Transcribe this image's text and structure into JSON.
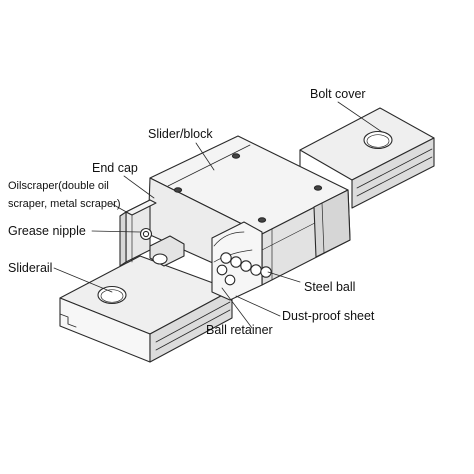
{
  "labels": {
    "bolt_cover": "Bolt cover",
    "slider_block": "Slider/block",
    "end_cap": "End cap",
    "oil_scraper_line1": "Oilscraper(double oil",
    "oil_scraper_line2": "scraper, metal scraper)",
    "grease_nipple": "Grease nipple",
    "sliderail": "Sliderail",
    "steel_ball": "Steel ball",
    "dust_proof_sheet": "Dust-proof sheet",
    "ball_retainer": "Ball retainer"
  },
  "colors": {
    "rail_fill": "#efefef",
    "rail_side": "#dcdcdc",
    "block_fill": "#e8e8e8",
    "block_top": "#f4f4f4",
    "outline": "#2a2a2a",
    "text": "#111111"
  }
}
